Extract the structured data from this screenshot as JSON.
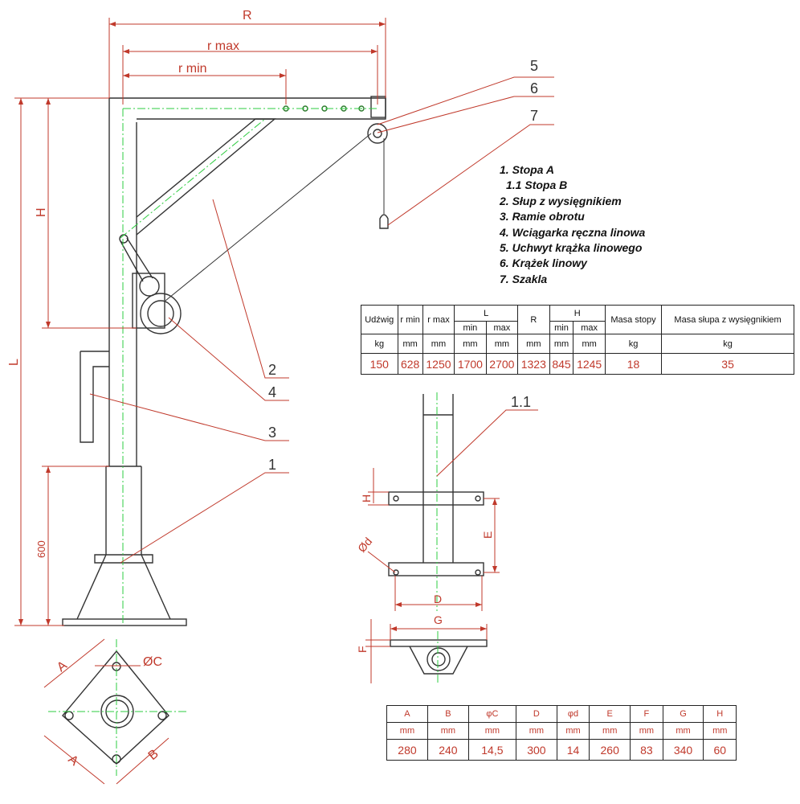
{
  "dimensions": {
    "R": "R",
    "r_max": "r max",
    "r_min": "r min",
    "H": "H",
    "L": "L",
    "h600": "600",
    "C": "ØC",
    "A1": "A",
    "A2": "A",
    "B": "B",
    "H_foot": "H",
    "E": "E",
    "d": "Ød",
    "D": "D",
    "G": "G",
    "F": "F"
  },
  "callouts": {
    "c5": "5",
    "c6": "6",
    "c7": "7",
    "c2": "2",
    "c4": "4",
    "c3": "3",
    "c1": "1",
    "c11": "1.1"
  },
  "legend": [
    "1. Stopa A",
    "1.1 Stopa B",
    "2. Słup z wysięgnikiem",
    "3. Ramie obrotu",
    "4. Wciągarka ręczna linowa",
    "5. Uchwyt krążka linowego",
    "6. Krążek linowy",
    "7. Szakla"
  ],
  "spec_table": {
    "h_udzwig": "Udźwig",
    "h_rmin": "r min",
    "h_rmax": "r max",
    "h_L": "L",
    "h_R": "R",
    "h_H": "H",
    "h_masa_stopy": "Masa stopy",
    "h_masa_slupa": "Masa słupa z wysięgnikiem",
    "sub_min1": "min",
    "sub_max1": "max",
    "sub_min2": "min",
    "sub_max2": "max",
    "units": [
      "kg",
      "mm",
      "mm",
      "mm",
      "mm",
      "mm",
      "mm",
      "mm",
      "kg",
      "kg"
    ],
    "values": [
      "150",
      "628",
      "1250",
      "1700",
      "2700",
      "1323",
      "845",
      "1245",
      "18",
      "35"
    ]
  },
  "foot_table": {
    "headers": [
      "A",
      "B",
      "φC",
      "D",
      "φd",
      "E",
      "F",
      "G",
      "H"
    ],
    "units": [
      "mm",
      "mm",
      "mm",
      "mm",
      "mm",
      "mm",
      "mm",
      "mm",
      "mm"
    ],
    "values": [
      "280",
      "240",
      "14,5",
      "300",
      "14",
      "260",
      "83",
      "340",
      "60"
    ]
  },
  "colors": {
    "line": "#333333",
    "dimension": "#c0392b",
    "center_line": "#2ecc40"
  }
}
